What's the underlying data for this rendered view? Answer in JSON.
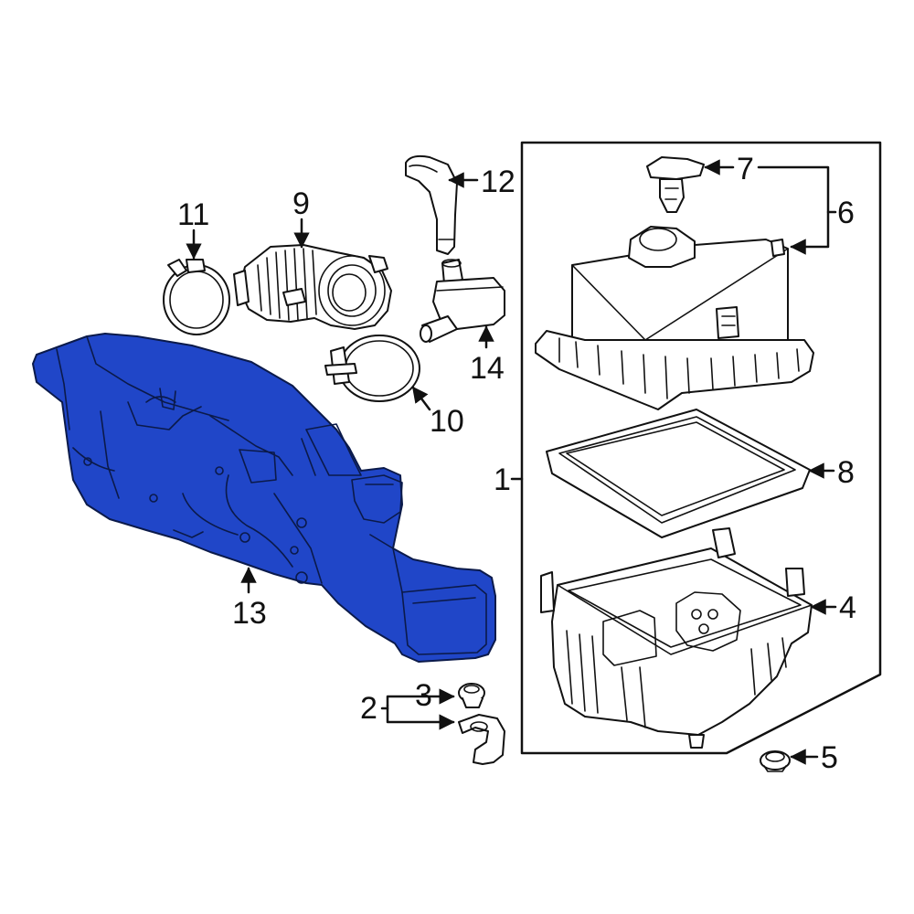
{
  "highlight_color": "#2046c8",
  "callouts": {
    "c1": "1",
    "c2": "2",
    "c3": "3",
    "c4": "4",
    "c5": "5",
    "c6": "6",
    "c7": "7",
    "c8": "8",
    "c9": "9",
    "c10": "10",
    "c11": "11",
    "c12": "12",
    "c13": "13",
    "c14": "14"
  }
}
